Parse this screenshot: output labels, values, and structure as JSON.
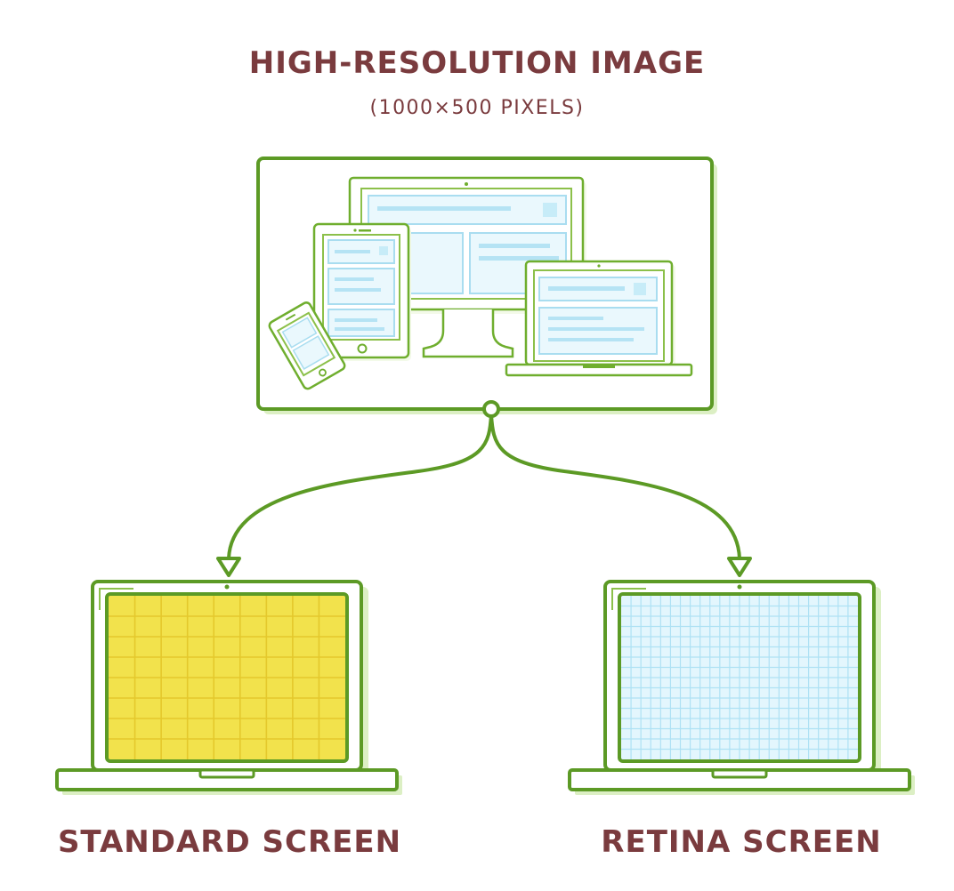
{
  "header": {
    "title": "HIGH-RESOLUTION IMAGE",
    "subtitle": "(1000×500 PIXELS)"
  },
  "devices": {
    "standard": {
      "label": "STANDARD SCREEN"
    },
    "retina": {
      "label": "RETINA SCREEN"
    }
  },
  "colors": {
    "outline": "#5c9a25",
    "outline_light": "#8cc04a",
    "shadow": "#dcefc4",
    "text": "#7a3b3e",
    "standard_fill": "#f2e24c",
    "standard_grid": "#e4c82c",
    "retina_fill": "#e3f6fd",
    "retina_grid": "#aee1f4",
    "ui_fill": "#eaf8fd",
    "ui_stroke": "#a9ddf0"
  },
  "grids": {
    "standard": {
      "cols": 9,
      "rows": 8
    },
    "retina": {
      "cols": 24,
      "rows": 16
    }
  }
}
